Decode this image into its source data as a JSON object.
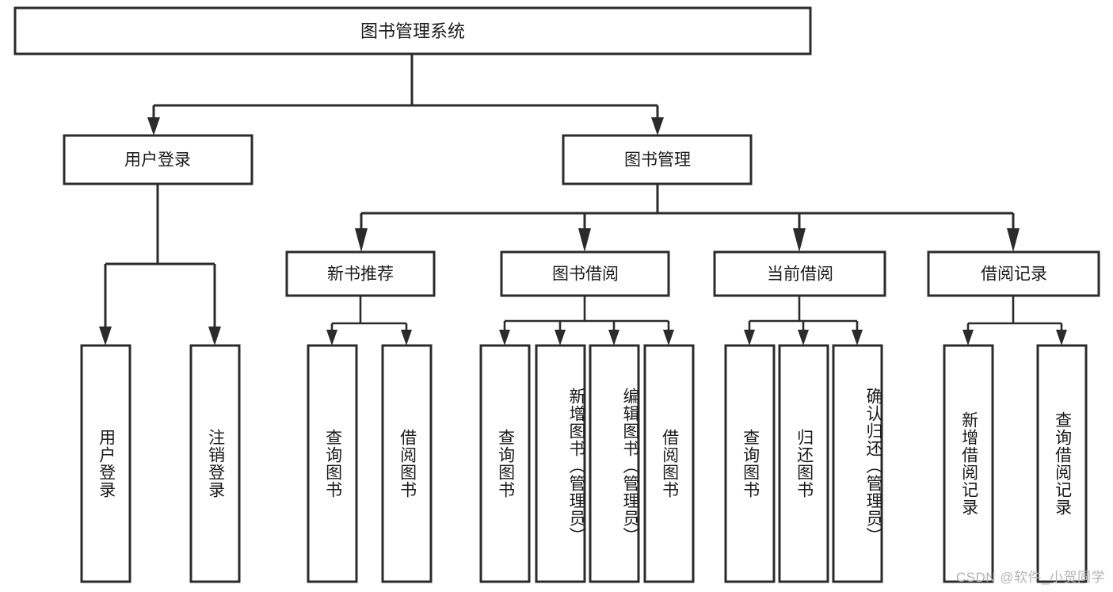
{
  "diagram": {
    "type": "tree",
    "title": "图书管理系统",
    "orientation": "top-down",
    "colors": {
      "stroke": "#2b2b2b",
      "fill": "#ffffff",
      "text": "#1a1a1a",
      "watermark": "#b4b4b4",
      "background": "#ffffff"
    },
    "levels": {
      "root": {
        "label": "图书管理系统"
      },
      "level2": [
        {
          "label": "用户登录"
        },
        {
          "label": "图书管理"
        }
      ],
      "level3": [
        {
          "label": "新书推荐"
        },
        {
          "label": "图书借阅"
        },
        {
          "label": "当前借阅"
        },
        {
          "label": "借阅记录"
        }
      ],
      "leaves": {
        "user_login": [
          {
            "label": "用户登录"
          },
          {
            "label": "注销登录"
          }
        ],
        "new_book_recommend": [
          {
            "label": "查询图书"
          },
          {
            "label": "借阅图书"
          }
        ],
        "book_borrow": [
          {
            "label": "查询图书"
          },
          {
            "label": "新增图书（管理员）"
          },
          {
            "label": "编辑图书（管理员）"
          },
          {
            "label": "借阅图书"
          }
        ],
        "current_borrow": [
          {
            "label": "查询图书"
          },
          {
            "label": "归还图书"
          },
          {
            "label": "确认归还（管理员）"
          }
        ],
        "borrow_records": [
          {
            "label": "新增借阅记录"
          },
          {
            "label": "查询借阅记录"
          }
        ]
      }
    },
    "edges": [
      {
        "from": "图书管理系统",
        "to": "用户登录"
      },
      {
        "from": "图书管理系统",
        "to": "图书管理"
      },
      {
        "from": "用户登录",
        "to": "用户登录"
      },
      {
        "from": "用户登录",
        "to": "注销登录"
      },
      {
        "from": "图书管理",
        "to": "新书推荐"
      },
      {
        "from": "图书管理",
        "to": "图书借阅"
      },
      {
        "from": "图书管理",
        "to": "当前借阅"
      },
      {
        "from": "图书管理",
        "to": "借阅记录"
      },
      {
        "from": "新书推荐",
        "to": "查询图书"
      },
      {
        "from": "新书推荐",
        "to": "借阅图书"
      },
      {
        "from": "图书借阅",
        "to": "查询图书"
      },
      {
        "from": "图书借阅",
        "to": "新增图书（管理员）"
      },
      {
        "from": "图书借阅",
        "to": "编辑图书（管理员）"
      },
      {
        "from": "图书借阅",
        "to": "借阅图书"
      },
      {
        "from": "当前借阅",
        "to": "查询图书"
      },
      {
        "from": "当前借阅",
        "to": "归还图书"
      },
      {
        "from": "当前借阅",
        "to": "确认归还（管理员）"
      },
      {
        "from": "借阅记录",
        "to": "新增借阅记录"
      },
      {
        "from": "借阅记录",
        "to": "查询借阅记录"
      }
    ]
  },
  "watermark": {
    "text": "CSDN @软件_小贺同学"
  }
}
